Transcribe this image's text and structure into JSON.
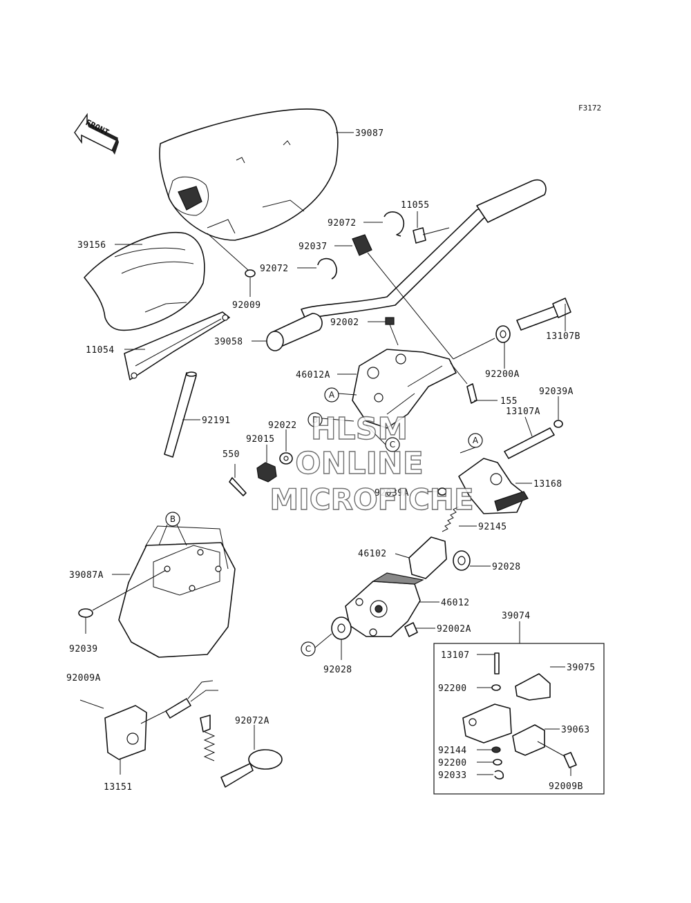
{
  "figure_code": "F3172",
  "front_label": "FRONT",
  "watermark": [
    "HLSM",
    "ONLINE",
    "MICROFICHE"
  ],
  "refs": [
    "A",
    "B",
    "C"
  ],
  "parts": {
    "p39087": "39087",
    "p39156": "39156",
    "p92009": "92009",
    "p11054": "11054",
    "p92191": "92191",
    "p550": "550",
    "p92015": "92015",
    "p92022": "92022",
    "p92072_top": "92072",
    "p11055": "11055",
    "p92037": "92037",
    "p92072_mid": "92072",
    "p92002": "92002",
    "p39058": "39058",
    "p46012A": "46012A",
    "p92200A": "92200A",
    "p13107B": "13107B",
    "p155": "155",
    "p92039A_1": "92039A",
    "p13107A": "13107A",
    "p13168": "13168",
    "p92039A_2": "92039A",
    "p92145": "92145",
    "p46102": "46102",
    "p92028_1": "92028",
    "p46012": "46012",
    "p92002A": "92002A",
    "p92028_2": "92028",
    "p39087A": "39087A",
    "p92039": "92039",
    "p92009A": "92009A",
    "p13151": "13151",
    "p92072A": "92072A",
    "p39074": "39074",
    "p13107": "13107",
    "p39075": "39075",
    "p92200_1": "92200",
    "p39063": "39063",
    "p92144": "92144",
    "p92200_2": "92200",
    "p92033": "92033",
    "p92009B": "92009B"
  }
}
